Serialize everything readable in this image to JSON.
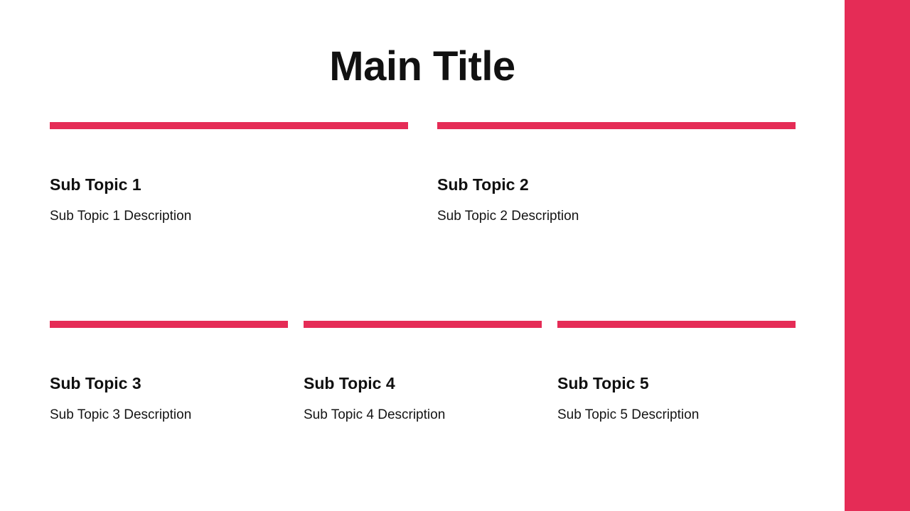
{
  "slide": {
    "title": "Main Title",
    "background_color": "#ffffff",
    "accent_color": "#e52c56",
    "text_color": "#111111"
  },
  "accent_panel": {
    "name": "right-edge-accent-bar",
    "color": "#e52c56"
  },
  "topics": [
    {
      "id": "topic-1",
      "heading": "Sub Topic 1",
      "description": "Sub Topic 1 Description",
      "rule_color": "#e52c56"
    },
    {
      "id": "topic-2",
      "heading": "Sub Topic 2",
      "description": "Sub Topic 2 Description",
      "rule_color": "#e52c56"
    },
    {
      "id": "topic-3",
      "heading": "Sub Topic 3",
      "description": "Sub Topic 3 Description",
      "rule_color": "#e52c56"
    },
    {
      "id": "topic-4",
      "heading": "Sub Topic 4",
      "description": "Sub Topic 4 Description",
      "rule_color": "#e52c56"
    },
    {
      "id": "topic-5",
      "heading": "Sub Topic 5",
      "description": "Sub Topic 5 Description",
      "rule_color": "#e52c56"
    }
  ]
}
